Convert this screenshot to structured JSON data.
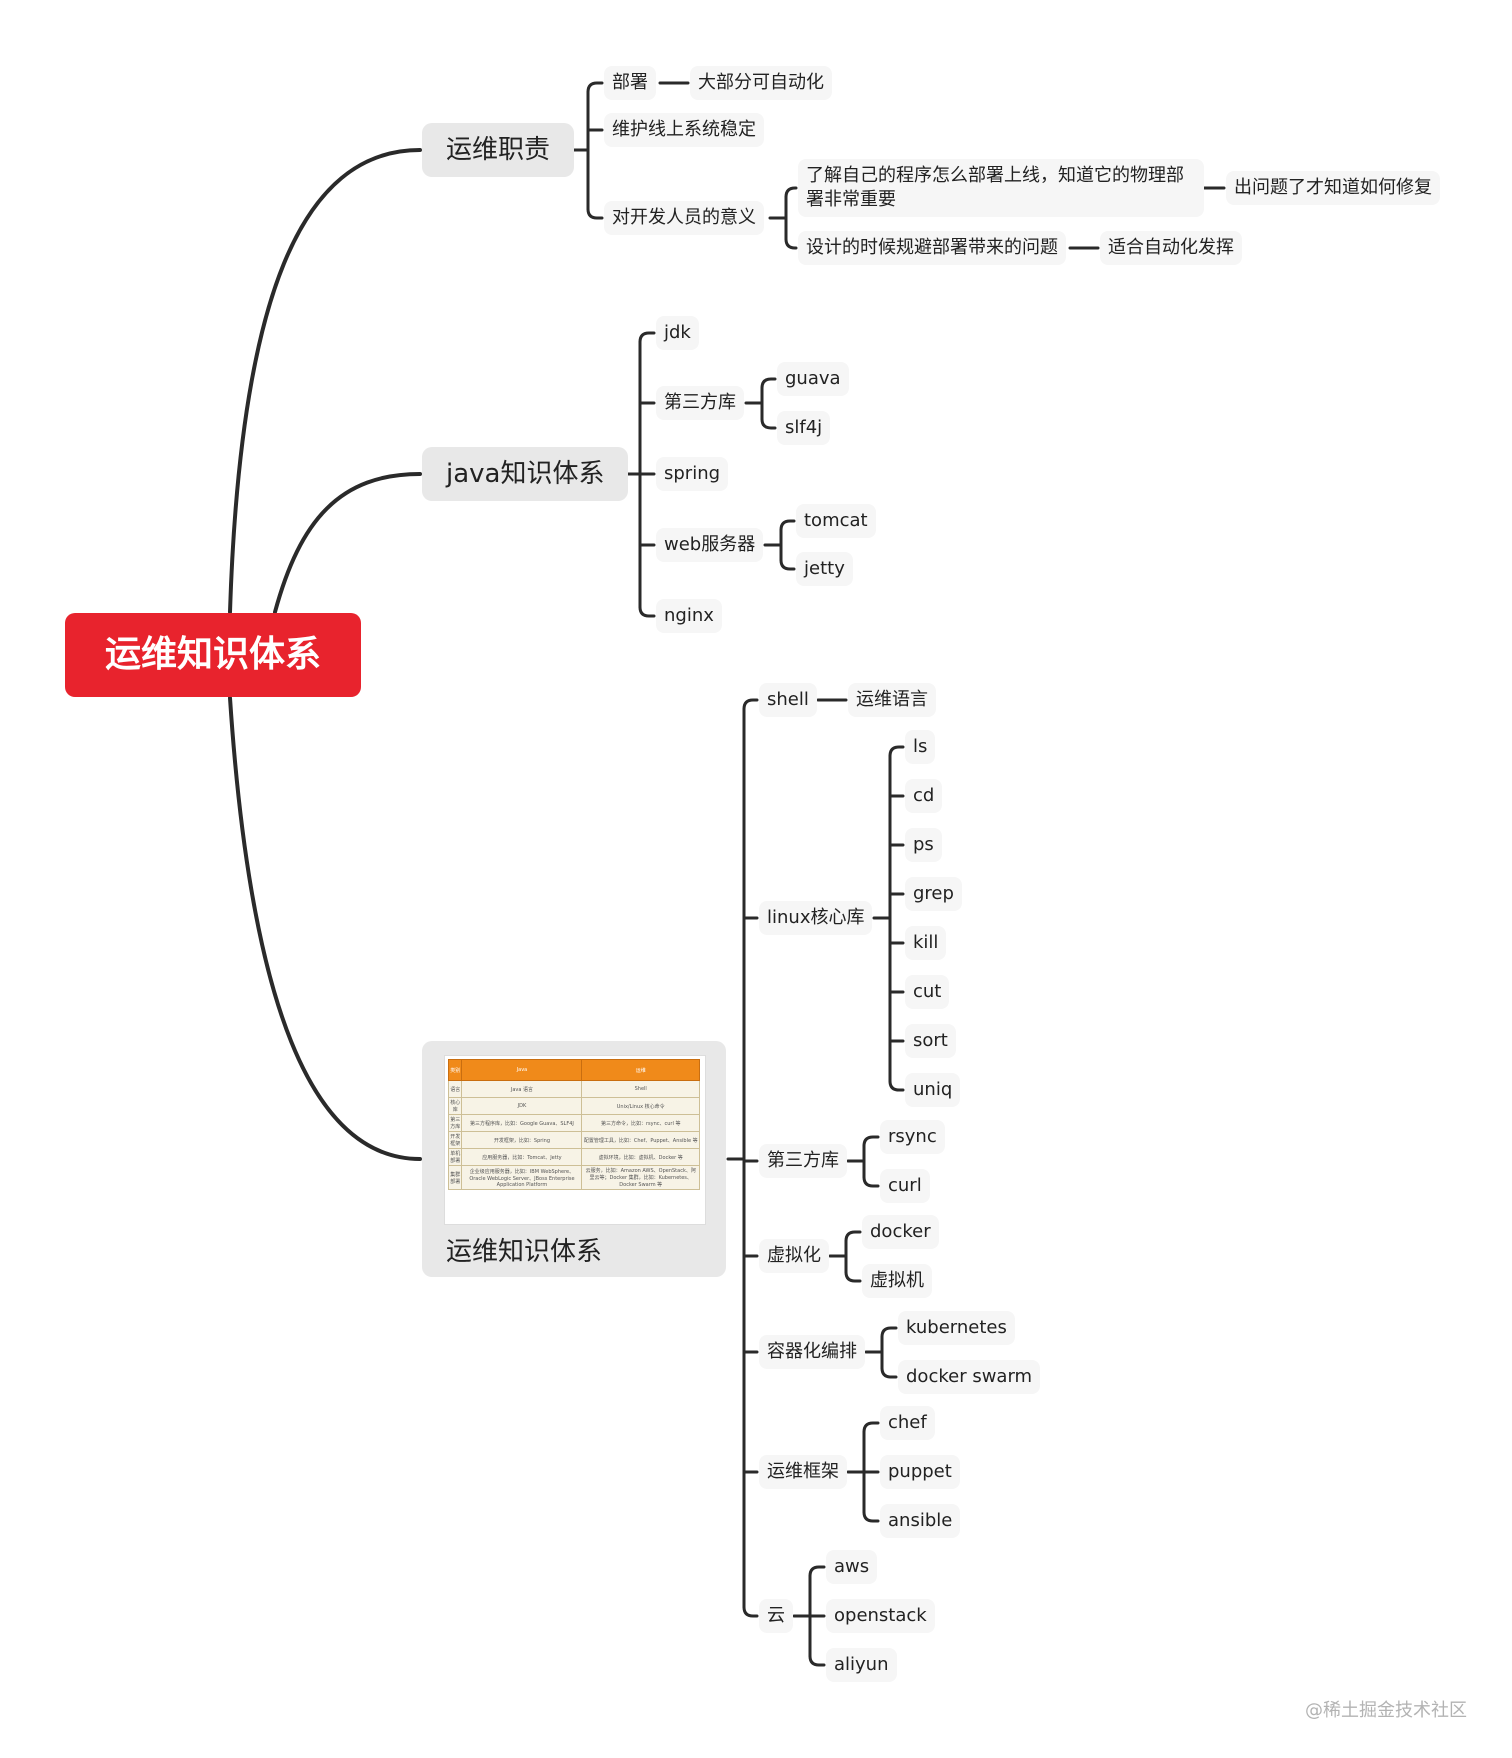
{
  "root": "运维知识体系",
  "duties": {
    "label": "运维职责",
    "deploy": "部署",
    "deploy_auto": "大部分可自动化",
    "stable": "维护线上系统稳定",
    "dev_meaning": "对开发人员的意义",
    "know_deploy": "了解自己的程序怎么部署上线，知道它的物理部署非常重要",
    "fix": "出问题了才知道如何修复",
    "avoid": "设计的时候规避部署带来的问题",
    "auto": "适合自动化发挥"
  },
  "java": {
    "label": "java知识体系",
    "jdk": "jdk",
    "third": "第三方库",
    "guava": "guava",
    "slf4j": "slf4j",
    "spring": "spring",
    "web": "web服务器",
    "tomcat": "tomcat",
    "jetty": "jetty",
    "nginx": "nginx"
  },
  "ops": {
    "caption": "运维知识体系",
    "table_headers": [
      "类别",
      "Java",
      "运维"
    ],
    "table_rows": [
      [
        "语言",
        "Java 语言",
        "Shell"
      ],
      [
        "核心库",
        "JDK",
        "Unix/Linux 核心命令"
      ],
      [
        "第三方库",
        "第三方程序库，比如：Google Guava、SLF4J",
        "第三方命令，比如：rsync、curl 等"
      ],
      [
        "开发框架",
        "开发框架，比如：Spring",
        "配置管理工具，比如：Chef、Puppet、Ansible 等"
      ],
      [
        "单机部署",
        "应用服务器，比如：Tomcat、Jetty",
        "虚拟环境，比如：虚拟机、Docker 等"
      ],
      [
        "集群部署",
        "企业级应用服务器，比如：IBM WebSphere、Oracle WebLogic Server、JBoss Enterprise Application Platform",
        "云服务，比如：Amazon AWS、OpenStack、阿里云等；Docker 集群，比如：Kubernetes、Docker Swarm 等"
      ]
    ],
    "shell": "shell",
    "shell_lang": "运维语言",
    "linux": "linux核心库",
    "ls": "ls",
    "cd": "cd",
    "ps": "ps",
    "grep": "grep",
    "kill": "kill",
    "cut": "cut",
    "sort": "sort",
    "uniq": "uniq",
    "third": "第三方库",
    "rsync": "rsync",
    "curl": "curl",
    "virt": "虚拟化",
    "docker": "docker",
    "vm": "虚拟机",
    "orch": "容器化编排",
    "k8s": "kubernetes",
    "swarm": "docker swarm",
    "fw": "运维框架",
    "chef": "chef",
    "puppet": "puppet",
    "ansible": "ansible",
    "cloud": "云",
    "aws": "aws",
    "openstack": "openstack",
    "aliyun": "aliyun"
  },
  "watermark": "@稀土掘金技术社区",
  "colors": {
    "root_bg": "#e8232d",
    "line": "#2a2a2a",
    "node_bg": "#f6f6f6",
    "table_header": "#f08a1a"
  }
}
